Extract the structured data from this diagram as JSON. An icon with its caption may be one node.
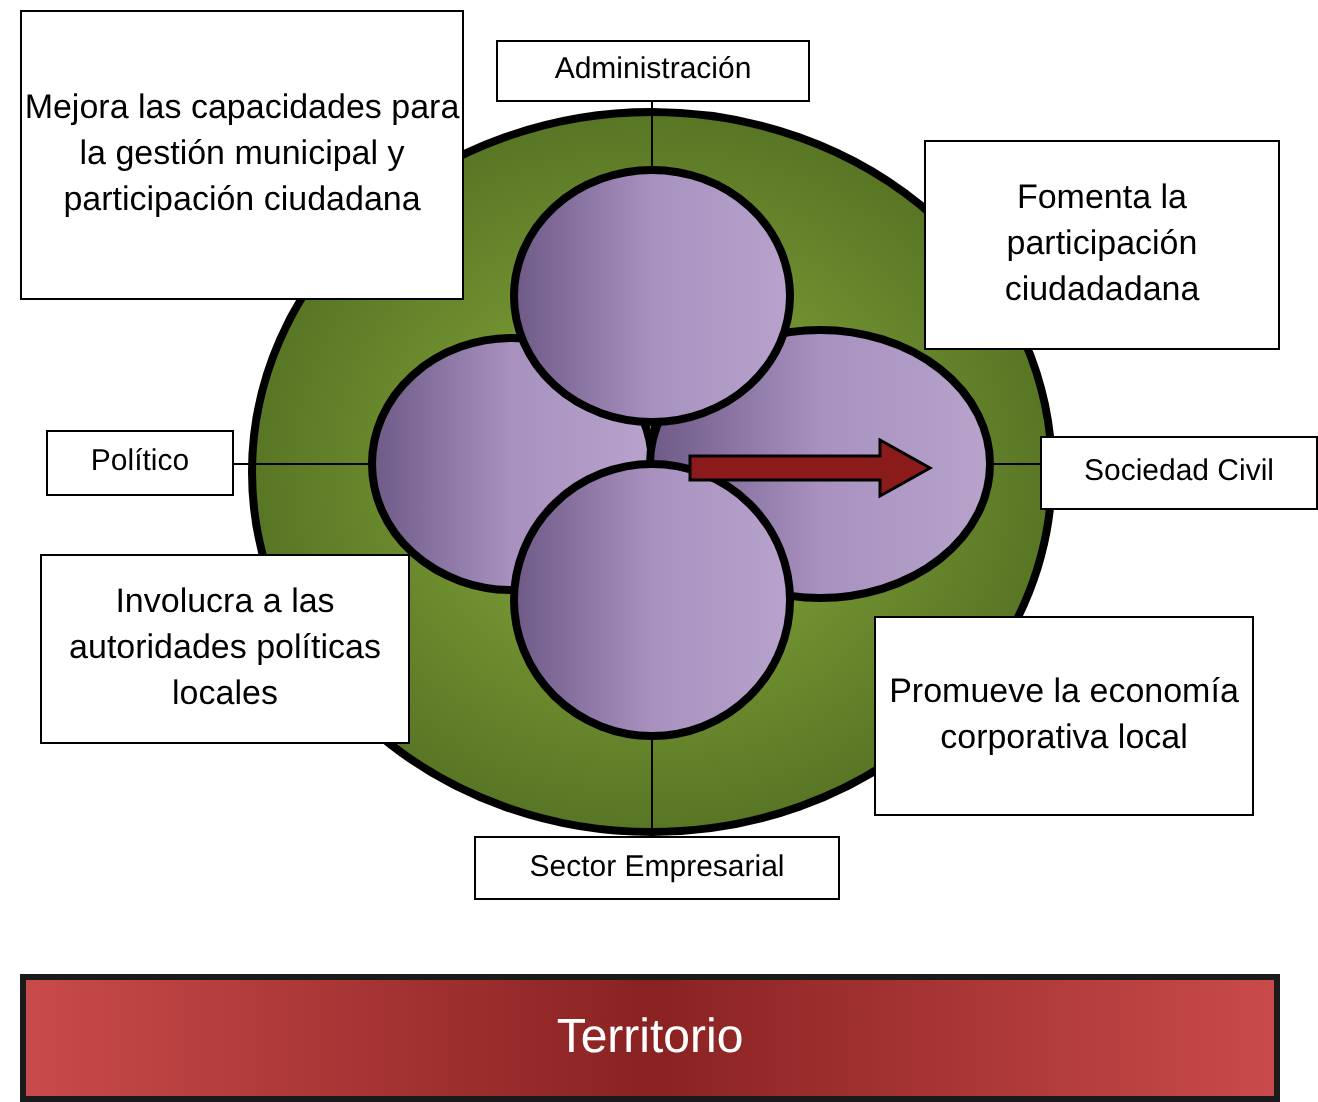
{
  "diagram": {
    "nodes": [
      {
        "text": [
          "Mejora las capacidades para la gestión municipal y participación ciudadana"
        ]
      },
      {
        "text": [
          "Administración"
        ]
      },
      {
        "text": [
          "Fomenta la participación ciudadadana"
        ]
      },
      {
        "text": [
          "Político"
        ]
      },
      {
        "text": [
          "Sociedad Civil"
        ]
      },
      {
        "text": [
          "Involucra a las autoridades políticas locales"
        ]
      },
      {
        "text": [
          "Promueve la economía corporativa local"
        ]
      },
      {
        "text": [
          "Sector Empresarial"
        ]
      },
      {
        "text": [
          "Territorio"
        ]
      }
    ],
    "edges": []
  }
}
